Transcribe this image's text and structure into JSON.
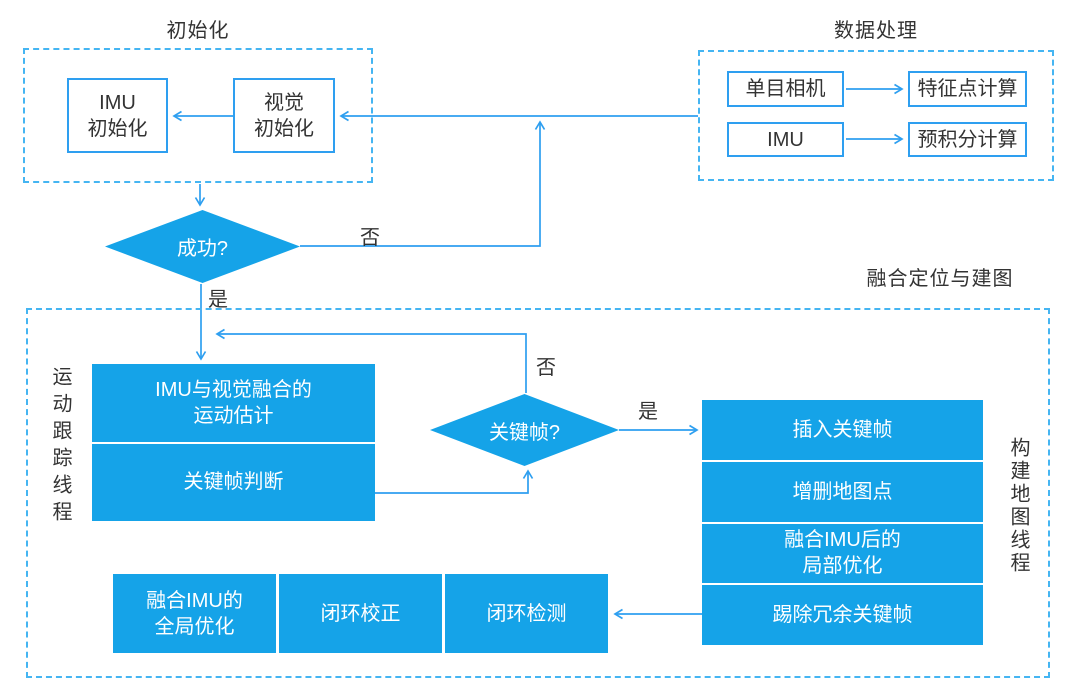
{
  "colors": {
    "node_fill": "#15a3e8",
    "line": "#2e9ff0",
    "dashed_border": "#45b5f2",
    "text_dark": "#333333",
    "text_light": "#ffffff",
    "background": "#ffffff"
  },
  "groups": {
    "init": {
      "title": "初始化"
    },
    "data_processing": {
      "title": "数据处理"
    },
    "fusion": {
      "title": "融合定位与建图"
    }
  },
  "threads": {
    "tracking": "运动跟踪线程",
    "mapping": "构建地图线程"
  },
  "nodes": {
    "imu_init": {
      "label": "IMU\n初始化"
    },
    "visual_init": {
      "label": "视觉\n初始化"
    },
    "mono_camera": {
      "label": "单目相机"
    },
    "feature_calc": {
      "label": "特征点计算"
    },
    "imu": {
      "label": "IMU"
    },
    "preintegration": {
      "label": "预积分计算"
    },
    "success_check": {
      "label": "成功?"
    },
    "keyframe_check": {
      "label": "关键帧?"
    },
    "motion_estimation": {
      "label": "IMU与视觉融合的\n运动估计"
    },
    "keyframe_decision": {
      "label": "关键帧判断"
    },
    "insert_keyframe": {
      "label": "插入关键帧"
    },
    "edit_map_points": {
      "label": "增删地图点"
    },
    "local_optimization": {
      "label": "融合IMU后的\n局部优化"
    },
    "remove_redundant_keyframes": {
      "label": "踢除冗余关键帧"
    },
    "global_optimization": {
      "label": "融合IMU的\n全局优化"
    },
    "loop_correction": {
      "label": "闭环校正"
    },
    "loop_detection": {
      "label": "闭环检测"
    }
  },
  "edge_labels": {
    "success_no": "否",
    "success_yes": "是",
    "keyframe_no": "否",
    "keyframe_yes": "是"
  }
}
